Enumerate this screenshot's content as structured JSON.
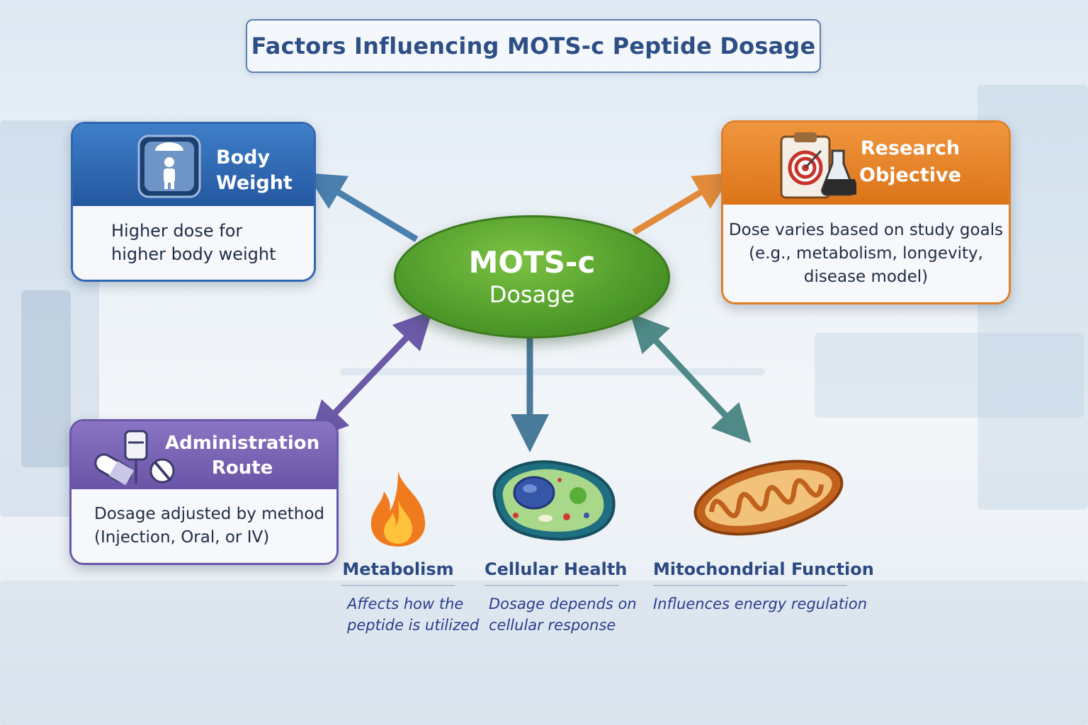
{
  "title": "Factors Influencing MOTS-c Peptide Dosage",
  "center": {
    "line1": "MOTS-c",
    "line2": "Dosage"
  },
  "body_weight": {
    "title_line1": "Body",
    "title_line2": "Weight",
    "desc_line1": "Higher dose for",
    "desc_line2": "higher body weight",
    "icon": "person-on-scale-icon"
  },
  "research_objective": {
    "title_line1": "Research",
    "title_line2": "Objective",
    "desc_line1": "Dose varies based on study goals",
    "desc_line2": "(e.g., metabolism, longevity,",
    "desc_line3": "disease model)",
    "icon": "clipboard-target-flask-icon"
  },
  "administration_route": {
    "title_line1": "Administration",
    "title_line2": "Route",
    "desc_line1": "Dosage adjusted by method",
    "desc_line2": "(Injection, Oral, or IV)",
    "icon": "pill-iv-bag-syringe-icon"
  },
  "metabolism": {
    "title": "Metabolism",
    "desc_line1": "Affects how the",
    "desc_line2": "peptide is utilized",
    "icon": "flame-icon"
  },
  "cellular_health": {
    "title": "Cellular Health",
    "desc_line1": "Dosage depends on",
    "desc_line2": "cellular response",
    "icon": "cell-icon"
  },
  "mitochondrial_function": {
    "title": "Mitochondrial Function",
    "desc_line1": "Influences energy regulation",
    "icon": "mitochondrion-icon"
  },
  "colors": {
    "blue": "#2f66b0",
    "orange": "#e07e24",
    "purple": "#6b56a8",
    "green": "#4e9a2a"
  }
}
